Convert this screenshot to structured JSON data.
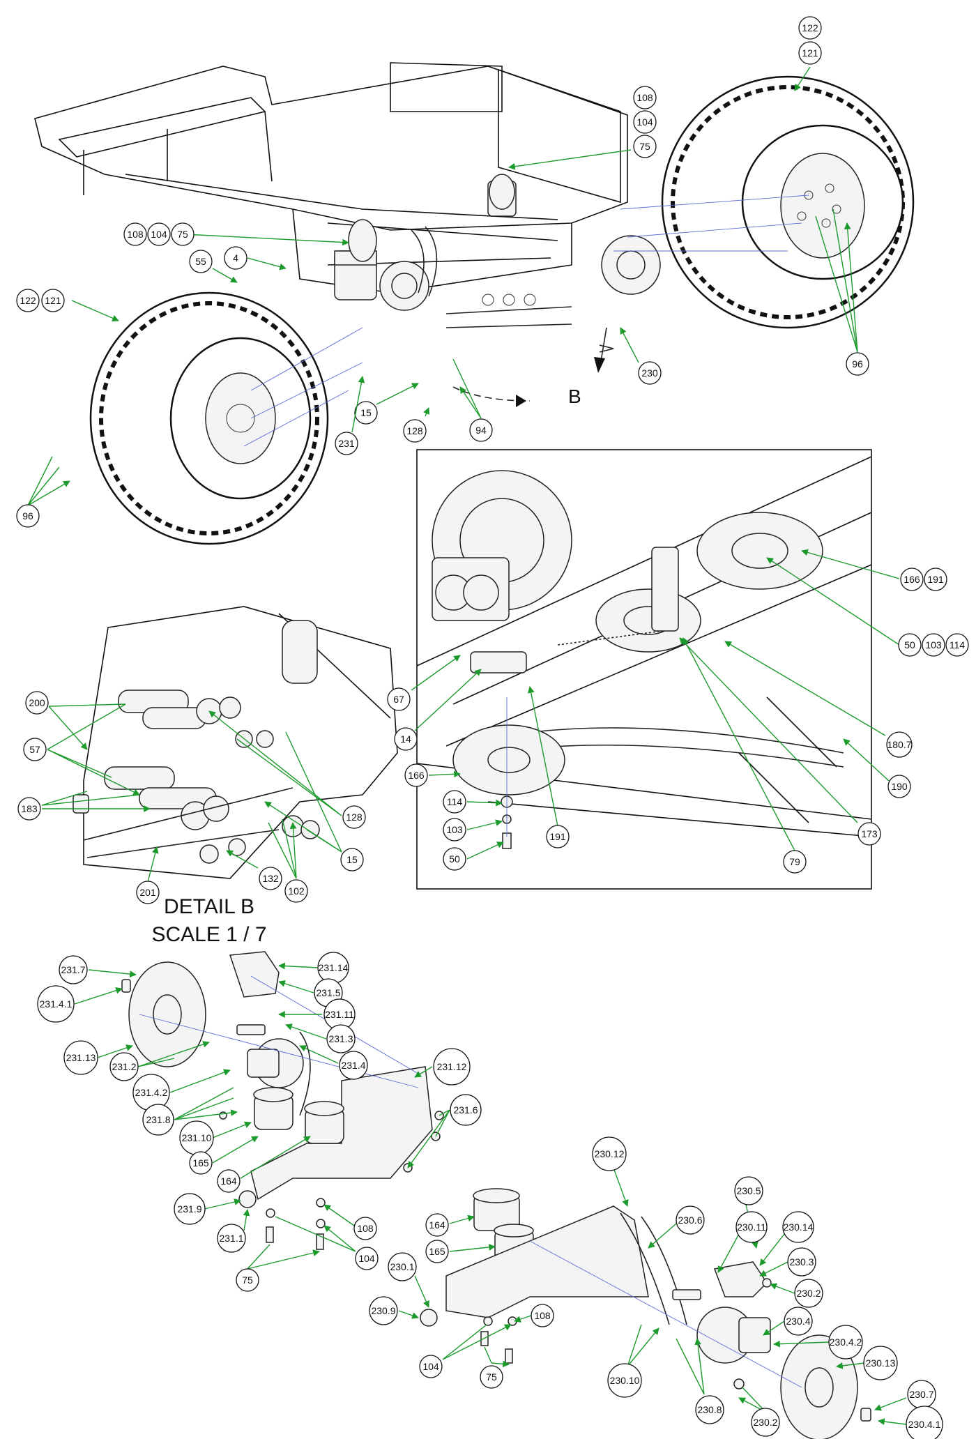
{
  "detail_caption": {
    "line1": "DETAIL  B",
    "line2": "SCALE 1 / 7"
  },
  "view_marker": "B",
  "colors": {
    "leader": "#1d9a2c",
    "construction": "#5b6ad6",
    "outline": "#111111"
  },
  "callouts": {
    "top": [
      "122",
      "121",
      "108",
      "104",
      "75",
      "108",
      "104",
      "75",
      "4",
      "55",
      "122",
      "121",
      "230",
      "94",
      "128",
      "15",
      "231",
      "96",
      "96"
    ],
    "inset": [
      "166",
      "191",
      "50",
      "103",
      "114",
      "67",
      "14",
      "180.7",
      "190",
      "166",
      "114",
      "103",
      "50",
      "191",
      "173",
      "79"
    ],
    "detail_b": [
      "200",
      "57",
      "183",
      "201",
      "132",
      "102",
      "15",
      "128"
    ],
    "assembly_231": [
      "231.7",
      "231.14",
      "231.5",
      "231.4.1",
      "231.11",
      "231.3",
      "231.13",
      "231.4",
      "231.2",
      "231.12",
      "231.4.2",
      "231.8",
      "231.6",
      "231.10",
      "165",
      "164",
      "231.9",
      "108",
      "231.1",
      "104",
      "75"
    ],
    "assembly_230": [
      "230.12",
      "230.5",
      "164",
      "230.6",
      "230.11",
      "230.14",
      "165",
      "230.3",
      "230.1",
      "230.2",
      "230.9",
      "108",
      "230.4",
      "230.4.2",
      "104",
      "75",
      "230.10",
      "230.8",
      "230.13",
      "230.2",
      "230.7",
      "230.4.1"
    ]
  }
}
